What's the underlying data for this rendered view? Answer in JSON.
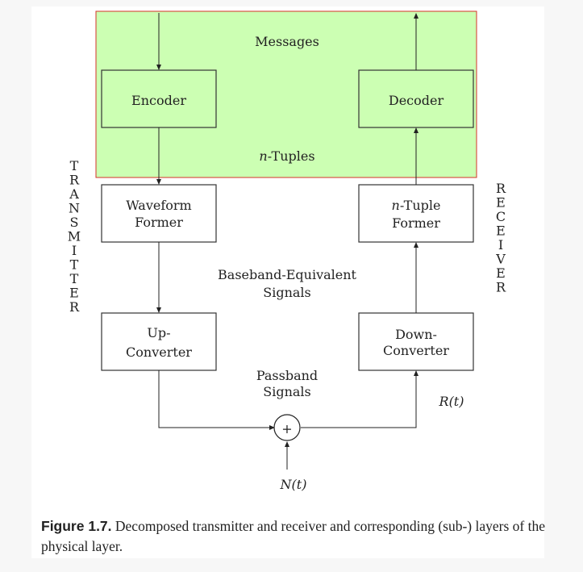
{
  "diagram": {
    "region_label_top": "Messages",
    "region_label_bottom": "n-Tuples",
    "region_label_bottom_prefix": "n",
    "region_label_bottom_suffix": "-Tuples",
    "encoder": "Encoder",
    "decoder": "Decoder",
    "waveform_former": [
      "Waveform",
      "Former"
    ],
    "ntuple_former_prefix": "n",
    "ntuple_former": [
      "-Tuple",
      "Former"
    ],
    "up_converter": [
      "Up-",
      "Converter"
    ],
    "down_converter": [
      "Down-",
      "Converter"
    ],
    "baseband_label": [
      "Baseband-Equivalent",
      "Signals"
    ],
    "passband_label": [
      "Passband",
      "Signals"
    ],
    "received_signal": "R(t)",
    "noise_signal": "N(t)",
    "adder_symbol": "+",
    "transmitter_label": "TRANSMITTER",
    "receiver_label": "RECEIVER",
    "colors": {
      "region_fill": "#ccffb3",
      "region_border": "#d4332a",
      "box_border": "#333333",
      "line": "#222222"
    }
  },
  "caption": {
    "figure_number": "Figure 1.7.",
    "text": "Decomposed transmitter and receiver and corresponding (sub-) layers of the physical layer."
  }
}
